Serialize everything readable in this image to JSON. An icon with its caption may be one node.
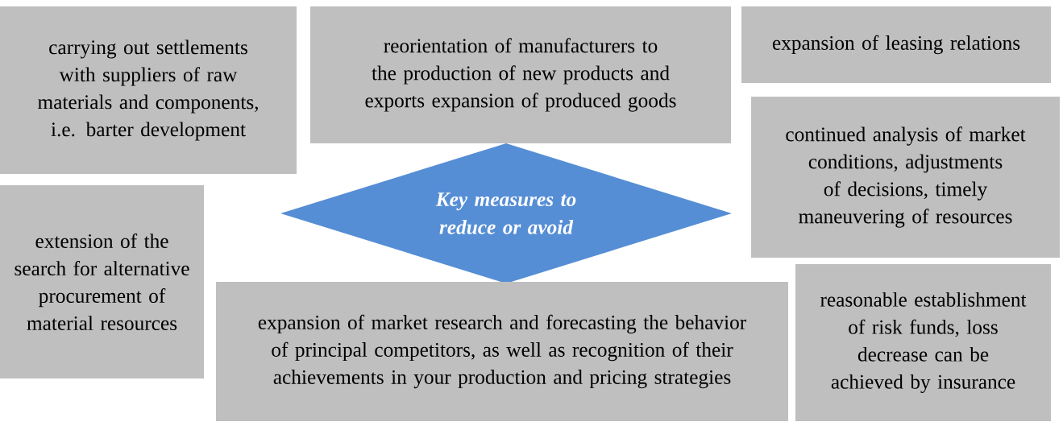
{
  "diagram": {
    "nodes": [
      {
        "text": [
          "carrying out settlements with suppliers of raw materials and components, i.e. barter development"
        ]
      },
      {
        "text": [
          "reorientation of manufacturers to the production of new products and exports expansion of produced goods"
        ]
      },
      {
        "text": [
          "expansion of leasing relations"
        ]
      },
      {
        "text": [
          "continued analysis of market conditions, adjustments of decisions, timely maneuvering of resources"
        ]
      },
      {
        "text": [
          "extension of the search for alternative procurement of material resources"
        ]
      },
      {
        "text": [
          "Key measures to reduce or avoid"
        ]
      },
      {
        "text": [
          "reasonable establishment of risk funds, loss decrease can be achieved by insurance"
        ]
      },
      {
        "text": [
          "expansion of market research and forecasting the behavior of principal competitors, as well as recognition of their achievements in your production and pricing strategies"
        ]
      }
    ]
  }
}
